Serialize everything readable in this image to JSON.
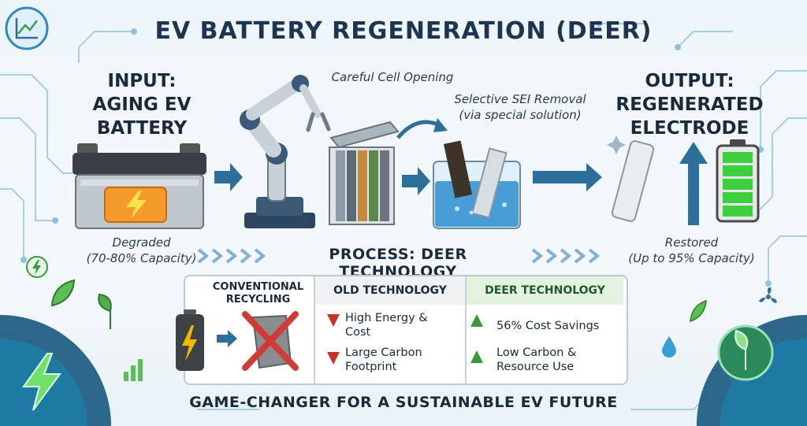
{
  "title": "EV BATTERY REGENERATION (DEER)",
  "input": {
    "heading_lines": [
      "INPUT:",
      "AGING EV",
      "BATTERY"
    ],
    "caption_lines": [
      "Degraded",
      "(70-80% Capacity)"
    ]
  },
  "output": {
    "heading_lines": [
      "OUTPUT:",
      "REGENERATED",
      "ELECTRODE"
    ],
    "caption_lines": [
      "Restored",
      "(Up to 95% Capacity)"
    ]
  },
  "steps": {
    "opening_label": "Careful Cell Opening",
    "sei_lines": [
      "Selective SEI Removal",
      "(via special solution)"
    ]
  },
  "process_label": "PROCESS: DEER TECHNOLOGY",
  "comparison": {
    "conventional_lines": [
      "CONVENTIONAL",
      "RECYCLING"
    ],
    "old": {
      "heading": "OLD TECHNOLOGY",
      "items": [
        {
          "lines": [
            "High Energy &",
            "Cost"
          ]
        },
        {
          "lines": [
            "Large Carbon",
            "Footprint"
          ]
        }
      ]
    },
    "deer": {
      "heading": "DEER TECHNOLOGY",
      "items": [
        {
          "lines": [
            "56% Cost Savings"
          ]
        },
        {
          "lines": [
            "Low Carbon &",
            "Resource Use"
          ]
        }
      ]
    }
  },
  "footer": "GAME-CHANGER FOR A SUSTAINABLE EV FUTURE",
  "colors": {
    "navy": "#1d3550",
    "flow_arrow": "#2b6f9a",
    "bolt": "#f2b705",
    "old_red": "#c8302c",
    "deer_green": "#3a9a3a",
    "battery_green": "#3ecf3e",
    "circuit": "#7fb6d6"
  },
  "icons": [
    "chart-icon",
    "bolt-icon",
    "leaf-icon",
    "water-drop-icon",
    "fan-icon",
    "robotic-arm-icon",
    "battery-icon"
  ]
}
